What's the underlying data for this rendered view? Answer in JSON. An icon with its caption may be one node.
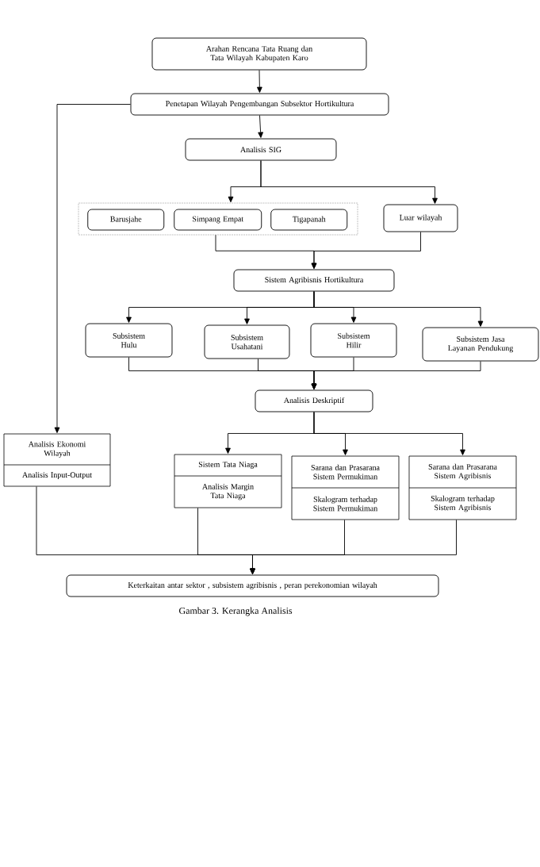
{
  "diagram": {
    "caption": "Gambar 3.  Kerangka Analisis",
    "nodes": [
      {
        "text": [
          "Arahan Rencana Tata Ruang dan Tata Wilayah Kabupaten Karo"
        ]
      },
      {
        "text": [
          "Penetapan Wilayah Pengembangan Subsektor Hortikultura"
        ]
      },
      {
        "text": [
          "Analisis SIG"
        ]
      },
      {
        "text": [],
        "shape": "box"
      },
      {
        "text": [
          "Barusjahe"
        ],
        "in": 3
      },
      {
        "text": [
          "Simpang Empat"
        ],
        "in": 3
      },
      {
        "text": [
          "Tigapanah"
        ],
        "in": 3
      },
      {
        "text": [
          "Luar wilayah"
        ]
      },
      {
        "text": [
          "Sistem Agribisnis Hortikultura"
        ]
      },
      {
        "text": [
          "Subsistem Hulu"
        ]
      },
      {
        "text": [
          "Subsistem Usahatani"
        ]
      },
      {
        "text": [
          "Subsistem Hilir"
        ]
      },
      {
        "text": [
          "Subsistem Jasa Layanan Pendukung"
        ]
      },
      {
        "text": [
          "Analisis Deskriptif"
        ]
      },
      {
        "text": [
          "Analisis Ekonomi Wilayah",
          "Analisis Input-Output"
        ]
      },
      {
        "text": [
          "Sistem Tata Niaga",
          "Analisis Margin Tata Niaga"
        ]
      },
      {
        "text": [
          "Sarana dan Prasarana Sistem Permukiman",
          "Skalogram terhadap Sistem Permukiman"
        ]
      },
      {
        "text": [
          "Sarana dan Prasarana Sistem Agribisnis",
          "Skalogram terhadap Sistem Agribisnis"
        ]
      },
      {
        "text": [
          "Keterkaitan antar sektor , subsistem agribisnis , peran perekonomian wilayah"
        ]
      }
    ],
    "edges": [
      {
        "from": 0,
        "to": 1,
        "arrow": "to"
      },
      {
        "from": 1,
        "to": 2,
        "arrow": "to"
      },
      {
        "from": 2,
        "to": 3,
        "arrow": "to"
      },
      {
        "from": 2,
        "to": 7,
        "arrow": "to"
      },
      {
        "from": 3,
        "to": 8,
        "arrow": "to"
      },
      {
        "from": 7,
        "to": 8,
        "arrow": "to"
      },
      {
        "from": 8,
        "to": 9,
        "arrow": "to"
      },
      {
        "from": 8,
        "to": 10,
        "arrow": "to"
      },
      {
        "from": 8,
        "to": 11,
        "arrow": "to"
      },
      {
        "from": 8,
        "to": 12,
        "arrow": "to"
      },
      {
        "from": 9,
        "to": 13,
        "arrow": "to"
      },
      {
        "from": 10,
        "to": 13,
        "arrow": "to"
      },
      {
        "from": 11,
        "to": 13,
        "arrow": "to"
      },
      {
        "from": 12,
        "to": 13,
        "arrow": "to"
      },
      {
        "from": 13,
        "to": 15,
        "arrow": "to"
      },
      {
        "from": 13,
        "to": 16,
        "arrow": "to"
      },
      {
        "from": 13,
        "to": 17,
        "arrow": "to"
      },
      {
        "from": 1,
        "to": 14,
        "arrow": "to"
      },
      {
        "from": 14,
        "to": 18,
        "arrow": "to"
      },
      {
        "from": 15,
        "to": 18,
        "arrow": "to"
      },
      {
        "from": 16,
        "to": 18,
        "arrow": "to"
      },
      {
        "from": 17,
        "to": 18,
        "arrow": "to"
      }
    ]
  }
}
